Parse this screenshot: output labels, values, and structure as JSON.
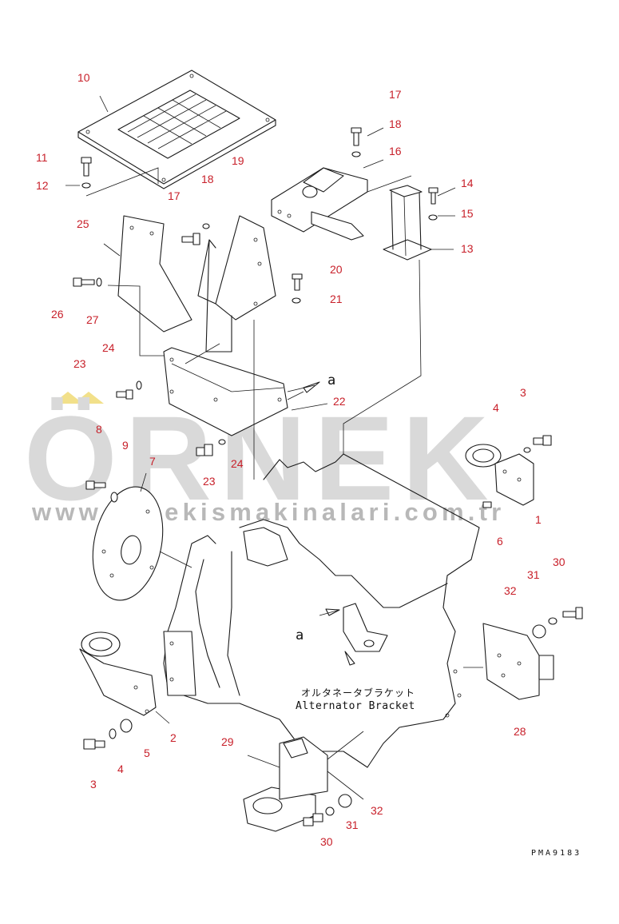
{
  "watermark": {
    "brand": "ÖRNEK",
    "url": "www.ornekismakinalari.com.tr",
    "brand_color": "#d9d9d9",
    "accent_color": "#f2e08a"
  },
  "callout_color": "#c8202a",
  "callouts": {
    "n10": "10",
    "n17a": "17",
    "n18a": "18",
    "n16": "16",
    "n11": "11",
    "n12": "12",
    "n18b": "18",
    "n19": "19",
    "n14": "14",
    "n15": "15",
    "n13": "13",
    "n17b": "17",
    "n25": "25",
    "n20": "20",
    "n21": "21",
    "n26": "26",
    "n27": "27",
    "n24a": "24",
    "n23a": "23",
    "n22": "22",
    "n3a": "3",
    "n4a": "4",
    "n8": "8",
    "n9": "9",
    "n7": "7",
    "n24b": "24",
    "n23b": "23",
    "n1": "1",
    "n6": "6",
    "n30a": "30",
    "n31a": "31",
    "n32a": "32",
    "n28": "28",
    "n2": "2",
    "n5": "5",
    "n4b": "4",
    "n3b": "3",
    "n29": "29",
    "n32b": "32",
    "n31b": "31",
    "n30b": "30"
  },
  "view_markers": {
    "a_top": "a",
    "a_mid": "a"
  },
  "bracket_label_jp": "オルタネータブラケット",
  "bracket_label_en": "Alternator Bracket",
  "drawing_code": "PMA9183",
  "icons": [
    "hex-bolt-icon",
    "washer-icon",
    "arrow-icon"
  ]
}
